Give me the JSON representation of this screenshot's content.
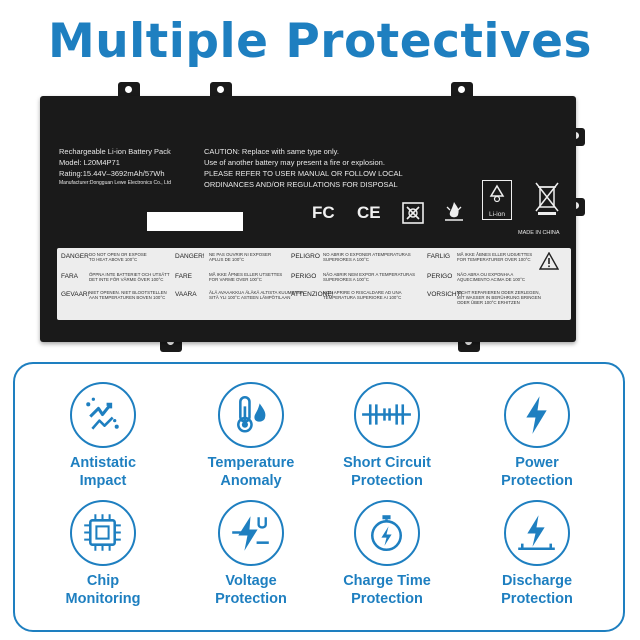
{
  "title": "Multiple Protectives",
  "battery": {
    "line1": "Rechargeable Li-ion Battery Pack",
    "model": "Model: L20M4P71",
    "rating": "Rating:15.44V–3692mAh/57Wh",
    "manufacturer": "Manufacturer:Dongguan Lewe Electronics Co., Ltd",
    "caution1": "CAUTION: Replace with same type only.",
    "caution2": "Use of another battery may present a fire or explosion.",
    "caution3": "PLEASE REFER TO USER MANUAL OR FOLLOW LOCAL",
    "caution4": "ORDINANCES AND/OR REGULATIONS FOR DISPOSAL",
    "fc": "FC",
    "ce": "CE",
    "liion": "Li-ion",
    "made_in": "MADE IN CHINA",
    "warnings": [
      {
        "head": "DANGER",
        "l1": "DO NOT OPEN OR EXPOSE",
        "l2": "TO HEAT ABOVE 100°C"
      },
      {
        "head": "DANGER!",
        "l1": "NE PAS OUVRIR NI EXPOSER",
        "l2": "APLUS DE 100°C"
      },
      {
        "head": "PELIGRO",
        "l1": "NO ABRIR O EXPONER ATEMPERATURAS",
        "l2": "SUPERIORES A 100°C"
      },
      {
        "head": "FARLIG",
        "l1": "MÅ IKKE ÅBNES ELLER UDSÆTTES",
        "l2": "FOR TEMPERATURER OVER 100°C"
      },
      {
        "head": "FARA",
        "l1": "ÖPPNA INTE BATTERIET OCH UTSÄTT",
        "l2": "DET INTE FÖR VÄRME ÖVER 100°C"
      },
      {
        "head": "FARE",
        "l1": "MÅ IKKE ÅPNES ELLER UTSETTES",
        "l2": "FOR VARME OVER 100°C"
      },
      {
        "head": "PERIGO",
        "l1": "NÃO ABRIR NEM EXPOR A TEMPERATURAS",
        "l2": "SUPERIORES A 100°C"
      },
      {
        "head": "PERIGO",
        "l1": "NÃO ABRA OU EXPONHA A",
        "l2": "AQUECIMENTO ACIMA DE 100°C"
      },
      {
        "head": "GEVAAR!",
        "l1": "NIET OPENEN. NIET BLOOTSTELLEN",
        "l2": "AAN TEMPERATUREN BOVEN 100°C"
      },
      {
        "head": "VAARA",
        "l1": "ÄLÄ AVAAAKKUA ÄLÄKÄ ALTISTA KUUMENNA",
        "l2": "SITÄ YLI 100°C ASTEEN LÄMPÖTILAAN"
      },
      {
        "head": "ATTENZIONE!",
        "l1": "NON APRIRE O RISCALDARE AD UNA",
        "l2": "TEMPERATURA SUPERIORE AI 100°C"
      },
      {
        "head": "VORSICHT!",
        "l1": "NICHT REPARIEREN ODER ZERLEGEN,",
        "l2": "MIT WASSER IN BERÜHRUNG BRINGEN",
        "l3": "ODER ÜBER 100°C ERHITZEN"
      }
    ]
  },
  "features": [
    {
      "l1": "Antistatic",
      "l2": "Impact",
      "icon": "antistatic-icon"
    },
    {
      "l1": "Temperature",
      "l2": "Anomaly",
      "icon": "thermometer-flame-icon"
    },
    {
      "l1": "Short Circuit",
      "l2": "Protection",
      "icon": "short-circuit-icon"
    },
    {
      "l1": "Power",
      "l2": "Protection",
      "icon": "lightning-bolt-icon"
    },
    {
      "l1": "Chip",
      "l2": "Monitoring",
      "icon": "chip-icon"
    },
    {
      "l1": "Voltage",
      "l2": "Protection",
      "icon": "voltage-bolt-icon"
    },
    {
      "l1": "Charge Time",
      "l2": "Protection",
      "icon": "stopwatch-bolt-icon"
    },
    {
      "l1": "Discharge",
      "l2": "Protection",
      "icon": "discharge-bolt-icon"
    }
  ],
  "accent_color": "#1e7fc0"
}
